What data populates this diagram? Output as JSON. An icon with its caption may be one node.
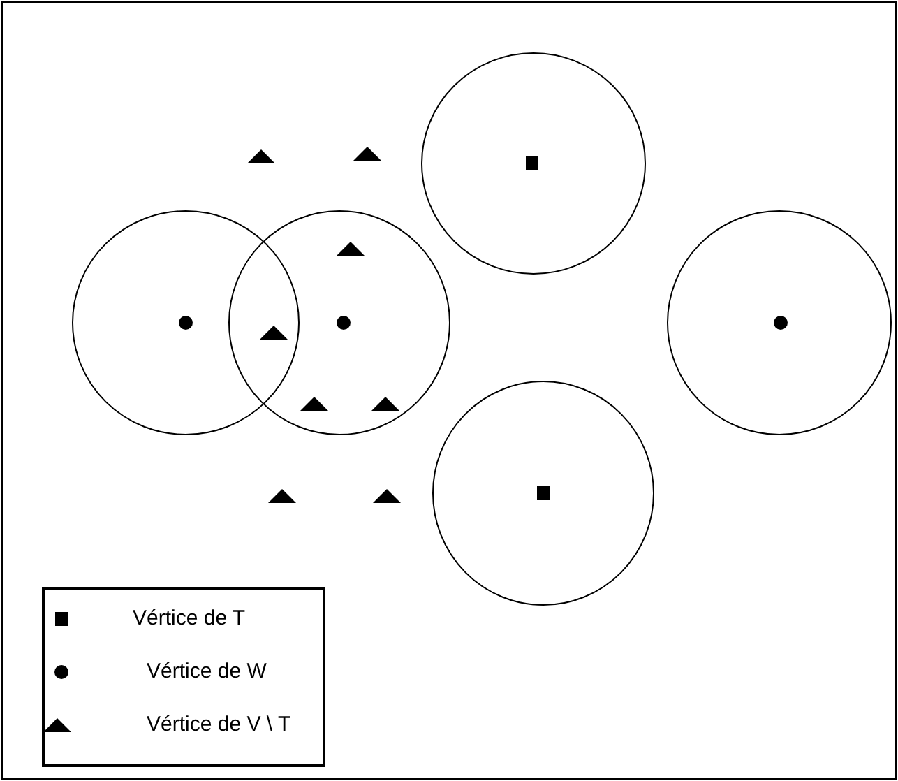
{
  "diagram": {
    "legend": [
      {
        "text": "Vértice de T"
      },
      {
        "text": "Vértice de W"
      },
      {
        "text": "Vértice de V \\ T"
      }
    ]
  }
}
